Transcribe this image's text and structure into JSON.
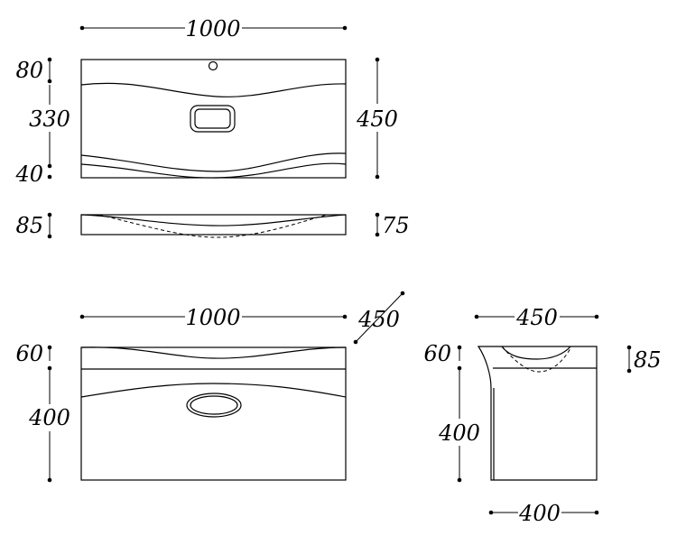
{
  "top_view": {
    "width_label": "1000",
    "depth_label": "450",
    "front_strip_label": "80",
    "bowl_label": "330",
    "back_strip_label": "40"
  },
  "section_view": {
    "left_label": "85",
    "right_label": "75"
  },
  "front_view": {
    "width_label": "1000",
    "depth_label": "450",
    "top_label": "60",
    "cabinet_label": "400"
  },
  "side_view": {
    "top_width_label": "450",
    "top_label": "60",
    "basin_label": "85",
    "cabinet_label": "400",
    "bottom_width_label": "400"
  }
}
